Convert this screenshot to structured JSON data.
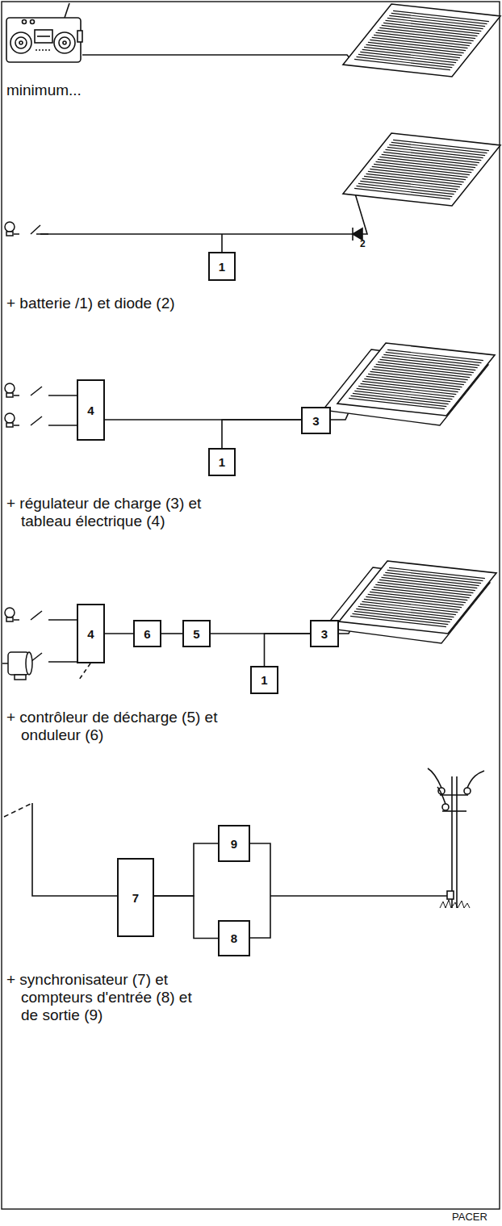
{
  "diagram": {
    "nodes": [
      {
        "text": [
          "1"
        ]
      },
      {
        "text": [
          "4"
        ]
      },
      {
        "text": [
          "3"
        ]
      },
      {
        "text": [
          "1"
        ]
      },
      {
        "text": [
          "4"
        ]
      },
      {
        "text": [
          "6"
        ]
      },
      {
        "text": [
          "5"
        ]
      },
      {
        "text": [
          "3"
        ]
      },
      {
        "text": [
          "1"
        ]
      },
      {
        "text": [
          "7"
        ]
      },
      {
        "text": [
          "9"
        ]
      },
      {
        "text": [
          "8"
        ]
      }
    ],
    "edges": [
      {
        "from": 1,
        "to": 2,
        "arrow": "none"
      },
      {
        "from": 3,
        "to": 2,
        "arrow": "none"
      },
      {
        "from": 4,
        "to": 5,
        "arrow": "none"
      },
      {
        "from": 5,
        "to": 6,
        "arrow": "none"
      },
      {
        "from": 6,
        "to": 7,
        "arrow": "none"
      },
      {
        "from": 8,
        "to": 7,
        "arrow": "none"
      },
      {
        "from": 9,
        "to": 10,
        "arrow": "none"
      },
      {
        "from": 9,
        "to": 11,
        "arrow": "none"
      }
    ],
    "labels": [
      "minimum...",
      "2",
      "+ batterie /1) et diode (2)",
      "+ régulateur de charge (3) et tableau électrique (4)",
      "+ contrôleur de décharge (5) et onduleur (6)",
      "+ synchronisateur (7) et compteurs d'entrée (8) et de sortie (9)",
      "PACER"
    ]
  }
}
